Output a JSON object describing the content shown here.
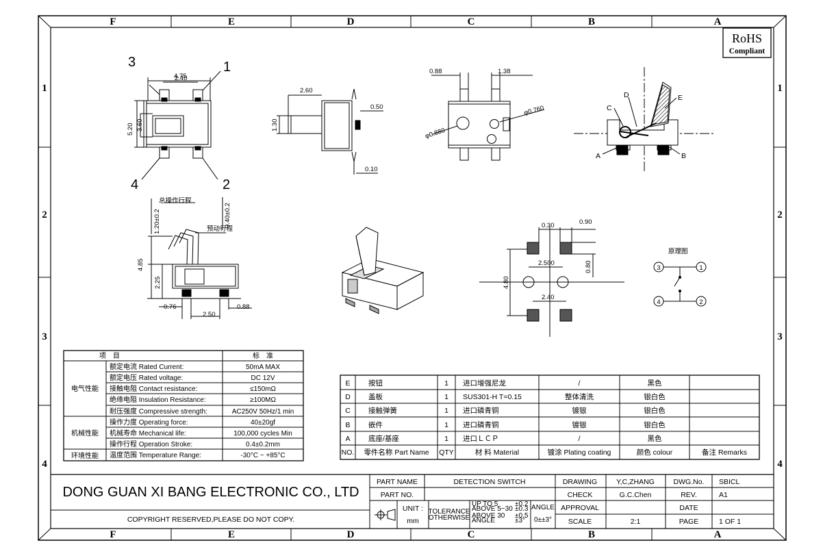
{
  "zones": {
    "columns": [
      "F",
      "E",
      "D",
      "C",
      "B",
      "A"
    ],
    "rows": [
      "1",
      "2",
      "3",
      "4"
    ]
  },
  "rohs": {
    "line1": "RoHS",
    "line2": "Compliant"
  },
  "views": {
    "top": {
      "pin1": "1",
      "pin2": "2",
      "pin3": "3",
      "pin4": "4",
      "d_width": "4.75",
      "d_pitch": "2.40",
      "d_height": "5.20",
      "d_body": "3.60"
    },
    "side": {
      "d_lever": "2.60",
      "d_lever_h": "1.30",
      "d_small": "0.50",
      "d_thick": "0.10"
    },
    "back": {
      "d_left": "0.88",
      "d_right": "1.38",
      "d_hole1": "φ0.880",
      "d_hole2": "φ0.760"
    },
    "section": {
      "a": "A",
      "b": "B",
      "c": "C",
      "d": "D",
      "e": "E"
    },
    "front": {
      "d_travel1": "1.20±0.2",
      "d_travel2": "0.40±0.2",
      "lbl_total": "总操作行程",
      "lbl_pre": "预动行程",
      "d_h": "4.85",
      "d_base": "2.25",
      "d_pad": "0.76",
      "d_pad2": "2.50",
      "d_pad3": "0.88"
    },
    "footprint": {
      "d_gap": "0.30",
      "d_pw": "0.90",
      "d_span": "2.500",
      "d_ph": "0.80",
      "d_vert": "4.80",
      "d_pitch": "2.40"
    },
    "schematic": {
      "title": "原理图",
      "n1": "1",
      "n2": "2",
      "n3": "3",
      "n4": "4"
    }
  },
  "spec_table": {
    "header": [
      "项　目",
      "标　准"
    ],
    "groups": [
      "电气性能",
      "机械性能",
      "环境性能"
    ],
    "rows": [
      {
        "item": "额定电流  Rated Current:",
        "value": "50mA MAX"
      },
      {
        "item": "额定电压  Rated voltage:",
        "value": "DC 12V"
      },
      {
        "item": "接触电阻  Contact resistance:",
        "value": "≤150mΩ"
      },
      {
        "item": "绝缘电阻  Insulation Resistance:",
        "value": "≥100MΩ"
      },
      {
        "item": "耐压强度  Compressive strength:",
        "value": "AC250V  50Hz/1 min"
      },
      {
        "item": "操作力度  Operating force:",
        "value": "40±20gf"
      },
      {
        "item": "机械寿命  Mechanical life:",
        "value": "100,000 cycles Min"
      },
      {
        "item": "操作行程  Operation Stroke:",
        "value": "0.4±0.2mm"
      },
      {
        "item": "温度范围  Temperature Range:",
        "value": "-30°C ~ +85°C"
      }
    ]
  },
  "bom": {
    "header": [
      "NO.",
      "零件名称  Part Name",
      "QTY",
      "材 料  Material",
      "镀涂  Plating coating",
      "颜色   colour",
      "备注  Remarks"
    ],
    "rows": [
      {
        "no": "E",
        "name": "按钮",
        "qty": "1",
        "material": "进口增强尼龙",
        "plating": "/",
        "colour": "黑色",
        "remarks": ""
      },
      {
        "no": "D",
        "name": "盖板",
        "qty": "1",
        "material": "SUS301-H  T=0.15",
        "plating": "整体清洗",
        "colour": "银白色",
        "remarks": ""
      },
      {
        "no": "C",
        "name": "接触弹簧",
        "qty": "1",
        "material": "进口磷青铜",
        "plating": "镀银",
        "colour": "银白色",
        "remarks": ""
      },
      {
        "no": "B",
        "name": "嵌件",
        "qty": "1",
        "material": "进口磷青铜",
        "plating": "镀银",
        "colour": "银白色",
        "remarks": ""
      },
      {
        "no": "A",
        "name": "底座/基座",
        "qty": "1",
        "material": "进口ＬＣＰ",
        "plating": "/",
        "colour": "黑色",
        "remarks": ""
      }
    ]
  },
  "title_block": {
    "company": "DONG GUAN XI BANG ELECTRONIC CO., LTD",
    "copyright": "COPYRIGHT  RESERVED,PLEASE  DO  NOT  COPY.",
    "part_name_label": "PART  NAME",
    "part_name": "DETECTION  SWITCH",
    "part_no_label": "PART  NO.",
    "part_no": "",
    "unit_label": "UNIT :",
    "unit": "mm",
    "tolerance_label": "TOLERANCE",
    "otherwise_label": "OTHERWISE",
    "tol_rows": [
      [
        "UP TO 5",
        "±0.2"
      ],
      [
        "ABOVE 5~30",
        "±0.3"
      ],
      [
        "ABOVE 30",
        "±0.5"
      ],
      [
        "ANGLE",
        "±3°"
      ]
    ],
    "angle_label": "ANGLE",
    "angle_value": "0±±3°",
    "drawing_label": "DRAWING",
    "drawing": "Y,C,ZHANG",
    "check_label": "CHECK",
    "check": "G.C.Chen",
    "approval_label": "APPROVAL",
    "approval": "",
    "scale_label": "SCALE",
    "scale": "2:1",
    "dwg_no_label": "DWG.No.",
    "dwg_no": "SBICL",
    "rev_label": "REV.",
    "rev": "A1",
    "date_label": "DATE",
    "date": "",
    "page_label": "PAGE",
    "page": "1  OF  1"
  }
}
